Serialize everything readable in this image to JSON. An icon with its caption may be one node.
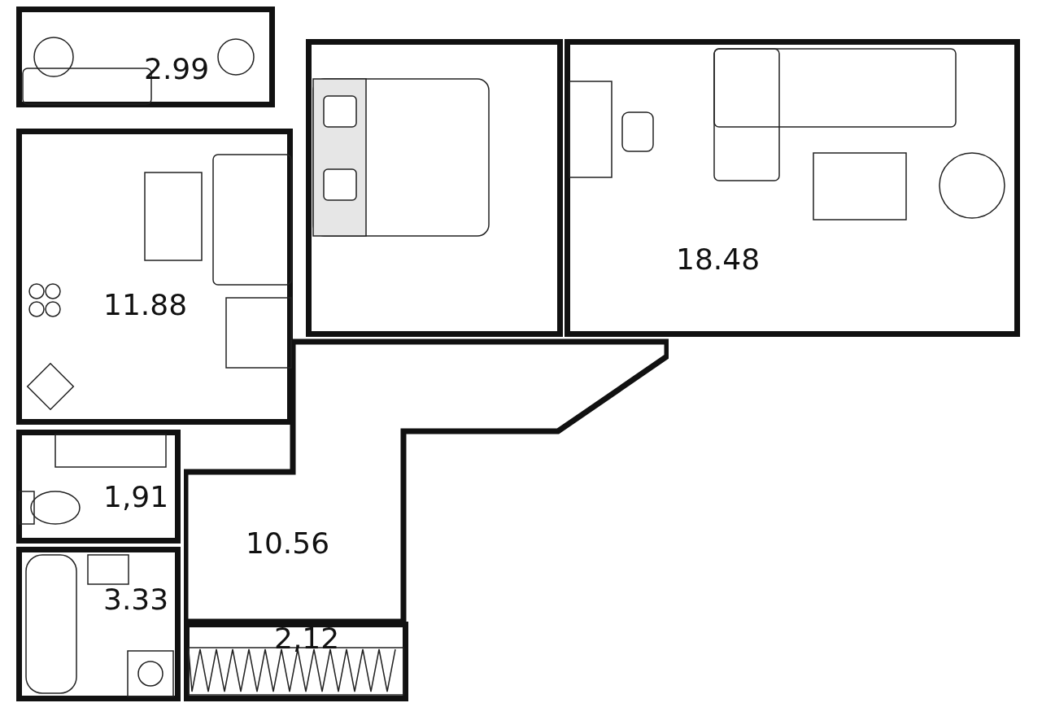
{
  "diagram": {
    "nodes": [
      {
        "text": [
          "2.99"
        ]
      },
      {
        "text": [
          "11.88"
        ]
      },
      {
        "text": [],
        "shape": "box"
      },
      {
        "text": [
          "18.48"
        ]
      },
      {
        "text": [
          "1,91"
        ]
      },
      {
        "text": [
          "10.56"
        ]
      },
      {
        "text": [
          "3.33"
        ]
      },
      {
        "text": [
          "2,12"
        ]
      }
    ]
  }
}
